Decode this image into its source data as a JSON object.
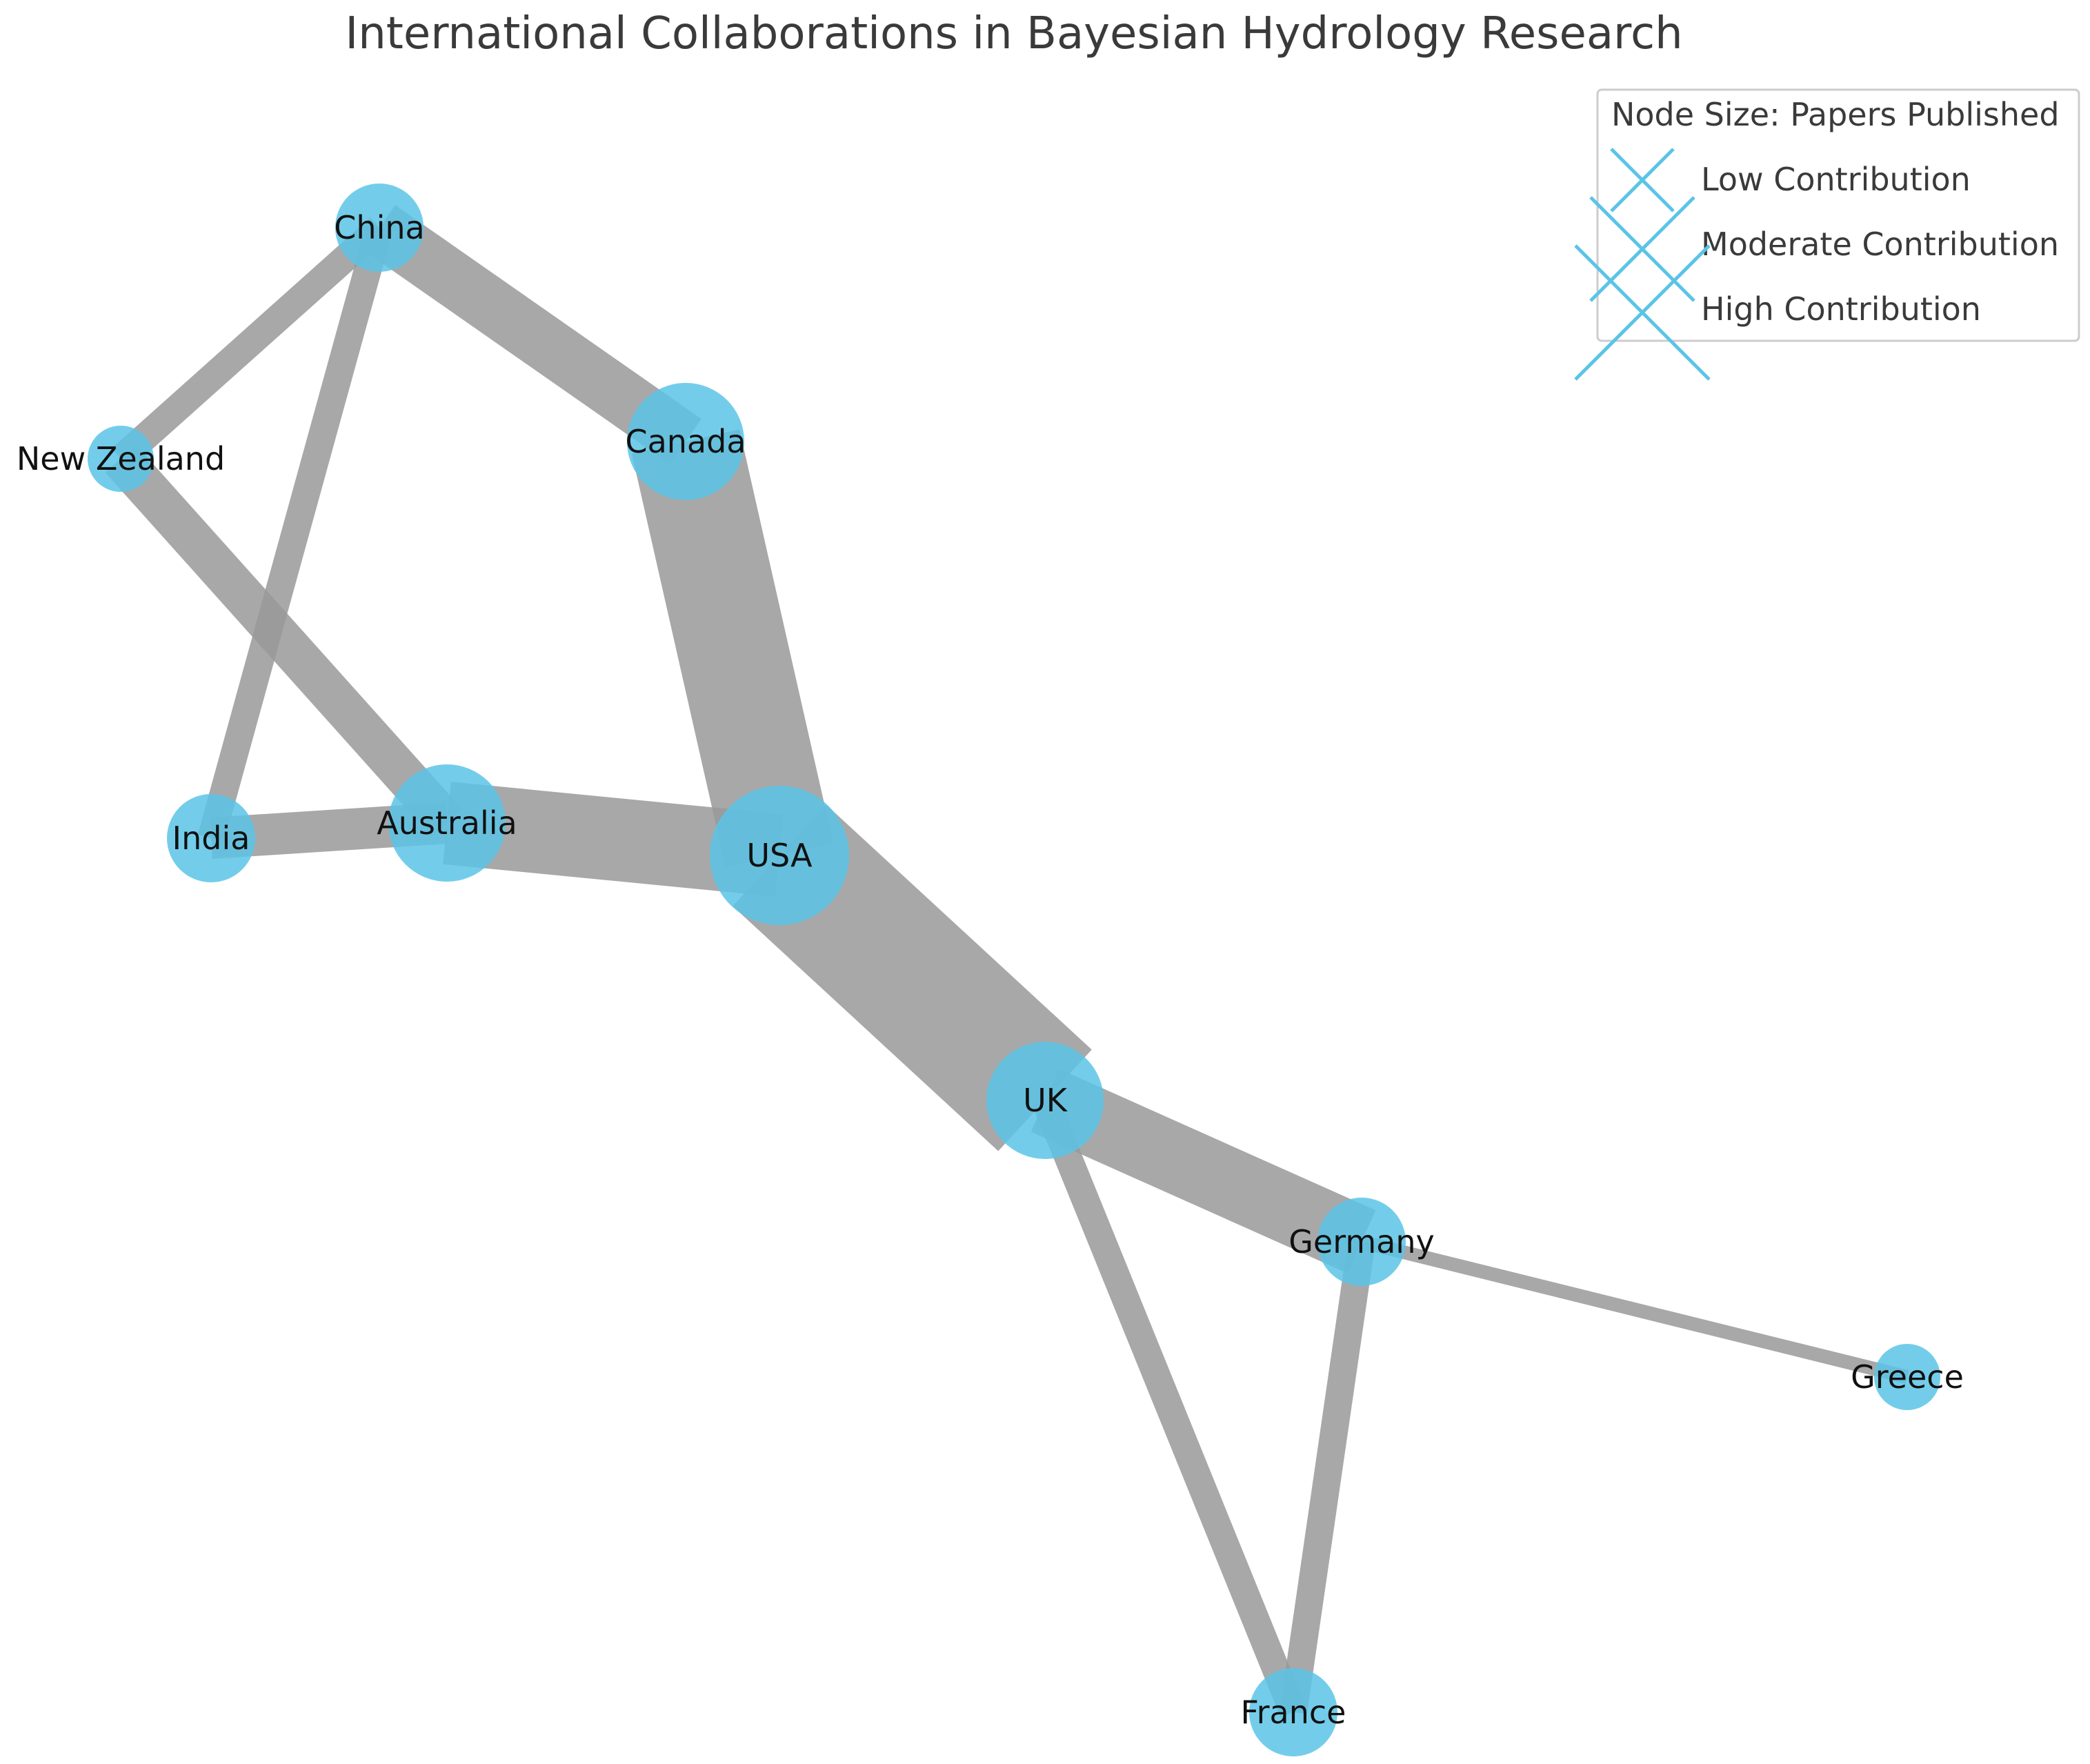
{
  "title": "International Collaborations in Bayesian Hydrology Research",
  "colors": {
    "node": "#5bc4e6",
    "edge": "#999999",
    "legend_marker": "#5bc4e6"
  },
  "nodes": [
    {
      "id": "USA",
      "label": "USA",
      "size": "largest"
    },
    {
      "id": "UK",
      "label": "UK",
      "size": "large"
    },
    {
      "id": "Canada",
      "label": "Canada",
      "size": "large"
    },
    {
      "id": "China",
      "label": "China",
      "size": "medium"
    },
    {
      "id": "Australia",
      "label": "Australia",
      "size": "large"
    },
    {
      "id": "Germany",
      "label": "Germany",
      "size": "medium"
    },
    {
      "id": "India",
      "label": "India",
      "size": "medium"
    },
    {
      "id": "France",
      "label": "France",
      "size": "medium"
    },
    {
      "id": "New Zealand",
      "label": "New Zealand",
      "size": "small"
    },
    {
      "id": "Greece",
      "label": "Greece",
      "size": "small"
    }
  ],
  "edges": [
    {
      "source": "USA",
      "target": "UK",
      "weight": 10
    },
    {
      "source": "USA",
      "target": "Canada",
      "weight": 8
    },
    {
      "source": "USA",
      "target": "Australia",
      "weight": 6
    },
    {
      "source": "UK",
      "target": "Germany",
      "weight": 5
    },
    {
      "source": "Canada",
      "target": "China",
      "weight": 4
    },
    {
      "source": "Australia",
      "target": "New Zealand",
      "weight": 3
    },
    {
      "source": "Australia",
      "target": "India",
      "weight": 3
    },
    {
      "source": "China",
      "target": "India",
      "weight": 2
    },
    {
      "source": "China",
      "target": "New Zealand",
      "weight": 2
    },
    {
      "source": "UK",
      "target": "France",
      "weight": 2
    },
    {
      "source": "Germany",
      "target": "France",
      "weight": 2
    },
    {
      "source": "Germany",
      "target": "Greece",
      "weight": 1
    }
  ],
  "legend": {
    "title": "Node Size: Papers Published",
    "items": [
      {
        "label": "Low Contribution"
      },
      {
        "label": "Moderate Contribution"
      },
      {
        "label": "High Contribution"
      }
    ]
  }
}
